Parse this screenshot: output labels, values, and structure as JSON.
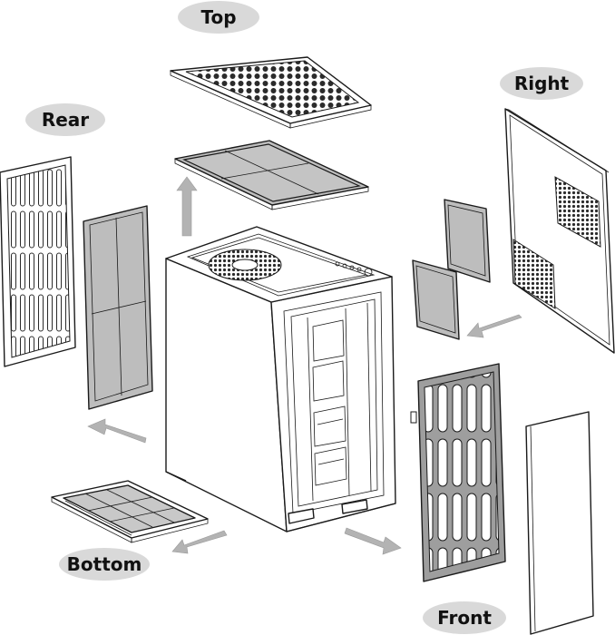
{
  "labels": {
    "top": "Top",
    "rear": "Rear",
    "right": "Right",
    "bottom": "Bottom",
    "front": "Front"
  },
  "colors": {
    "label_background": "#d9d9d9",
    "filter_gray": "#bdbdbd",
    "arrow_gray": "#b3b3b3",
    "line": "#1a1a1a"
  }
}
